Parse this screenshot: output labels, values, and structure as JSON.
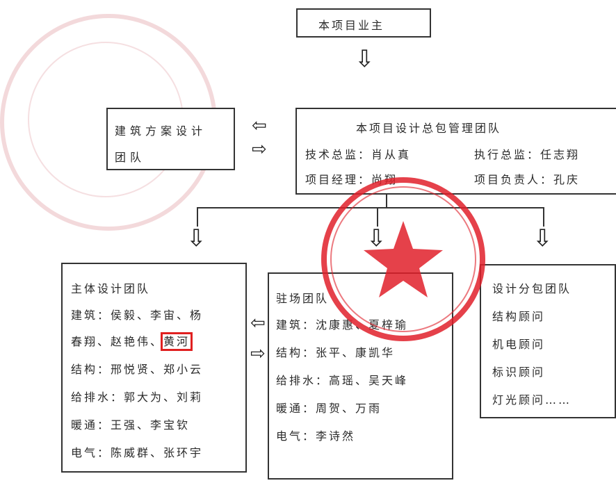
{
  "owner": {
    "label": "本项目业主"
  },
  "design_team": {
    "line1": "建筑方案设计",
    "line2": "团队"
  },
  "gc_team": {
    "title": "本项目设计总包管理团队",
    "row1_left": "技术总监：肖从真",
    "row1_right": "执行总监：任志翔",
    "row2_left": "项目经理：尚翔",
    "row2_right": "项目负责人：孔庆"
  },
  "main_team": {
    "title": "主体设计团队",
    "l1": "建筑：侯毅、李宙、杨",
    "l2a": "春翔、赵艳伟、",
    "l2b": "黄河",
    "l3": "结构：邢悦贤、郑小云",
    "l4": "给排水：郭大为、刘莉",
    "l5": "暖通：王强、李宝钦",
    "l6": "电气：陈威群、张环宇"
  },
  "site_team": {
    "title": "驻场团队",
    "l1": "建筑：沈康惠、夏梓瑜",
    "l2": "结构：张平、康凯华",
    "l3": "给排水：高瑶、吴天峰",
    "l4": "暖通：周贺、万雨",
    "l5": "电气：李诗然"
  },
  "sub_team": {
    "title": "设计分包团队",
    "l1": "结构顾问",
    "l2": "机电顾问",
    "l3": "标识顾问",
    "l4": "灯光顾问……"
  },
  "colors": {
    "stamp_red": "#e0202a",
    "border": "#333333",
    "highlight": "#e02020"
  }
}
